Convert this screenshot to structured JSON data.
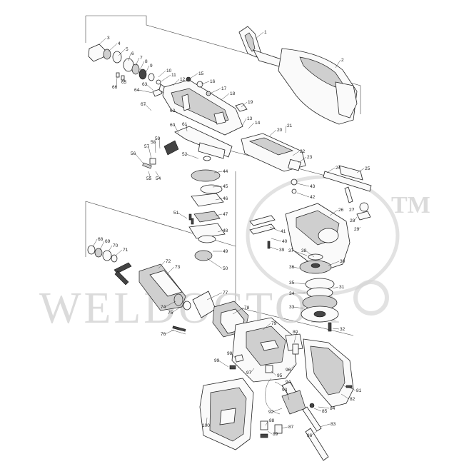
{
  "watermark": {
    "text": "WELDOCTOR",
    "trademark": "TM",
    "color": "#cfcfcf"
  },
  "part_numbers": [
    "1",
    "2",
    "3",
    "4",
    "5",
    "6",
    "7",
    "8",
    "9",
    "10",
    "11",
    "12",
    "13",
    "14",
    "15",
    "16",
    "17",
    "18",
    "19",
    "20",
    "21",
    "22",
    "23",
    "24",
    "25",
    "26",
    "27",
    "28",
    "29",
    "30",
    "31",
    "32",
    "33",
    "34",
    "35",
    "36",
    "37",
    "38",
    "39",
    "40",
    "41",
    "42",
    "43",
    "44",
    "45",
    "46",
    "47",
    "48",
    "49",
    "50",
    "51",
    "52",
    "54",
    "55",
    "56",
    "57",
    "58",
    "59",
    "60",
    "61",
    "62",
    "63",
    "64",
    "65",
    "66",
    "67",
    "68",
    "69",
    "70",
    "71",
    "72",
    "73",
    "74",
    "75",
    "76",
    "77",
    "78",
    "79",
    "80",
    "81",
    "82",
    "83",
    "84",
    "85",
    "86",
    "87",
    "88",
    "89",
    "92",
    "93",
    "94",
    "95",
    "96",
    "97",
    "98",
    "99",
    "100"
  ]
}
